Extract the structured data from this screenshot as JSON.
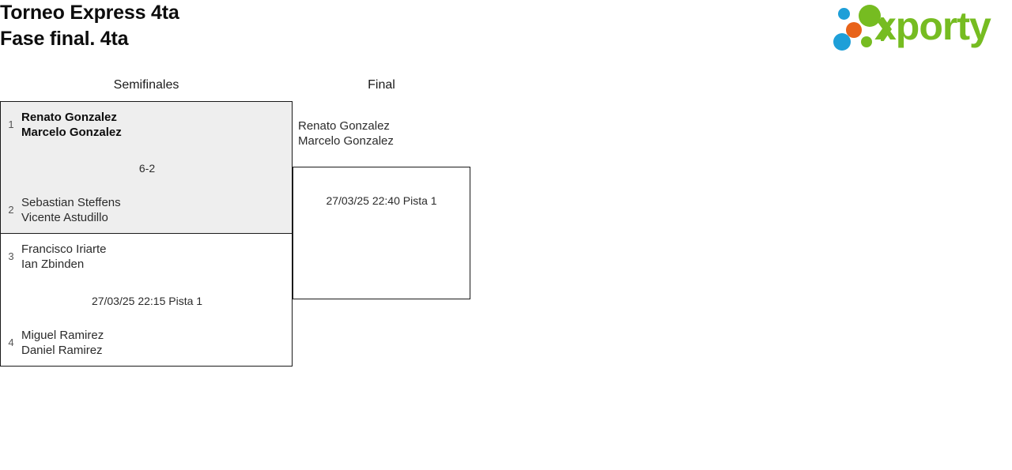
{
  "header": {
    "title_line1": "Torneo Express 4ta",
    "title_line2": "Fase final. 4ta",
    "title_full": "Torneo Express 4ta\nFase final. 4ta",
    "brand": {
      "word": "xporty",
      "colors": {
        "green": "#76bc21",
        "blue": "#1e9fd8",
        "orange": "#e8631a"
      }
    }
  },
  "bracket": {
    "rounds": [
      {
        "label": "Semifinales"
      },
      {
        "label": "Final"
      }
    ],
    "semifinals": [
      {
        "id": "sf1",
        "played": true,
        "score": "6-2",
        "teams": [
          {
            "seed": "1",
            "winner": true,
            "player1": "Renato Gonzalez",
            "player2": "Marcelo Gonzalez",
            "players": "Renato Gonzalez\nMarcelo Gonzalez"
          },
          {
            "seed": "2",
            "winner": false,
            "player1": "Sebastian Steffens",
            "player2": "Vicente Astudillo",
            "players": "Sebastian Steffens\nVicente Astudillo"
          }
        ]
      },
      {
        "id": "sf2",
        "played": false,
        "schedule": "27/03/25 22:15 Pista 1",
        "teams": [
          {
            "seed": "3",
            "winner": false,
            "player1": "Francisco Iriarte",
            "player2": "Ian Zbinden",
            "players": "Francisco Iriarte\nIan Zbinden"
          },
          {
            "seed": "4",
            "winner": false,
            "player1": "Miguel Ramirez",
            "player2": "Daniel Ramirez",
            "players": "Miguel Ramirez\nDaniel Ramirez"
          }
        ]
      }
    ],
    "final": {
      "id": "final",
      "played": false,
      "schedule": "27/03/25 22:40 Pista 1",
      "qualified_team": {
        "player1": "Renato Gonzalez",
        "player2": "Marcelo Gonzalez",
        "players": "Renato Gonzalez\nMarcelo Gonzalez"
      }
    }
  }
}
